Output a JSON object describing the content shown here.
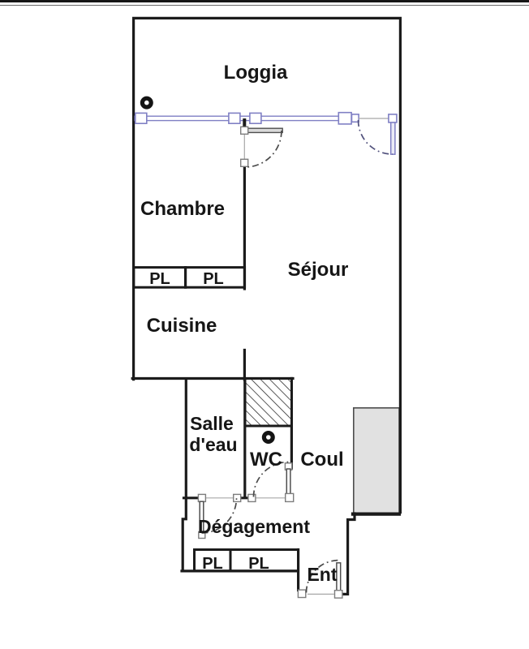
{
  "colors": {
    "wall": "#1b1b1b",
    "window_blue": "#8080c4",
    "arc": "#4a4a4a",
    "arc_blue": "#51517c",
    "gray_box": "#e1e1e1",
    "leaf_gray": "#d9d9d9",
    "text": "#161616"
  },
  "icons": {
    "loggia_marker": "round-vent-icon",
    "wc_marker": "round-vent-icon"
  },
  "labels": {
    "loggia": "Loggia",
    "chambre": "Chambre",
    "sejour": "Séjour",
    "cuisine": "Cuisine",
    "salle_eau_line1": "Salle",
    "salle_eau_line2": "d'eau",
    "wc": "WC",
    "coul": "Coul",
    "degagement": "Dégagement",
    "ent": "Ent",
    "pl_top_left": "PL",
    "pl_top_right": "PL",
    "pl_bottom_left": "PL",
    "pl_bottom_right": "PL"
  }
}
